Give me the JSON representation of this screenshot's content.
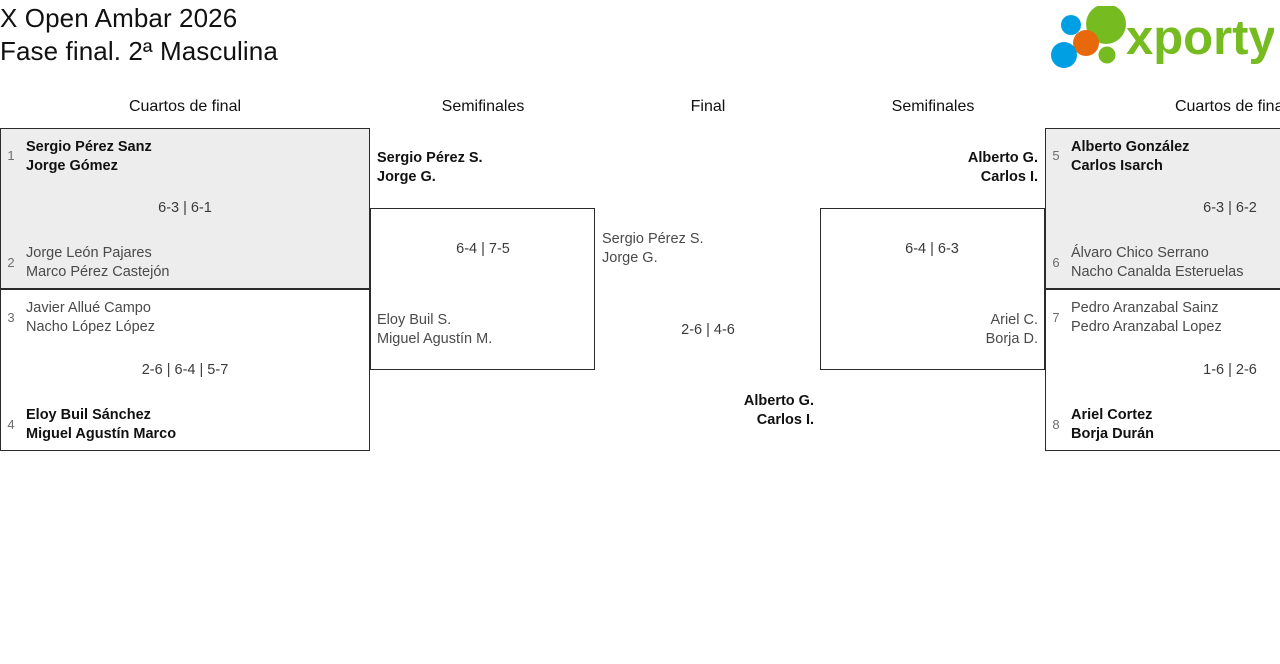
{
  "header": {
    "title_line1": "X Open Ambar 2026",
    "title_line2": "Fase final. 2ª Masculina",
    "logo_text": "xporty",
    "logo_colors": {
      "green": "#76bc21",
      "blue": "#009fe3",
      "orange": "#e8690b"
    }
  },
  "rounds": {
    "left_quarters": "Cuartos de final",
    "left_semis": "Semifinales",
    "final": "Final",
    "right_semis": "Semifinales",
    "right_quarters": "Cuartos de final"
  },
  "matches": {
    "qf1": {
      "score": "6-3 | 6-1",
      "top": {
        "seed": "1",
        "p1": "Sergio Pérez Sanz",
        "p2": "Jorge Gómez",
        "winner": true
      },
      "bottom": {
        "seed": "2",
        "p1": "Jorge León Pajares",
        "p2": "Marco Pérez Castejón",
        "winner": false
      }
    },
    "qf2": {
      "score": "2-6 | 6-4 | 5-7",
      "top": {
        "seed": "3",
        "p1": "Javier Allué Campo",
        "p2": "Nacho López López",
        "winner": false
      },
      "bottom": {
        "seed": "4",
        "p1": "Eloy Buil Sánchez",
        "p2": "Miguel Agustín Marco",
        "winner": true
      }
    },
    "qf3": {
      "score": "6-3 | 6-2",
      "top": {
        "seed": "5",
        "p1": "Alberto González",
        "p2": "Carlos Isarch",
        "winner": true
      },
      "bottom": {
        "seed": "6",
        "p1": "Álvaro Chico Serrano",
        "p2": "Nacho Canalda Esteruelas",
        "winner": false
      }
    },
    "qf4": {
      "score": "1-6 | 2-6",
      "top": {
        "seed": "7",
        "p1": "Pedro Aranzabal Sainz",
        "p2": "Pedro Aranzabal Lopez",
        "winner": false
      },
      "bottom": {
        "seed": "8",
        "p1": "Ariel Cortez",
        "p2": "Borja Durán",
        "winner": true
      }
    },
    "sf_left": {
      "score": "6-4 | 7-5",
      "top": {
        "p1": "Sergio Pérez S.",
        "p2": "Jorge G.",
        "winner": true
      },
      "bottom": {
        "p1": "Eloy Buil S.",
        "p2": "Miguel Agustín M.",
        "winner": false
      }
    },
    "sf_right": {
      "score": "6-4 | 6-3",
      "top": {
        "p1": "Alberto G.",
        "p2": "Carlos I.",
        "winner": true
      },
      "bottom": {
        "p1": "Ariel C.",
        "p2": "Borja D.",
        "winner": false
      }
    },
    "final": {
      "score": "2-6 | 4-6",
      "left": {
        "p1": "Sergio Pérez S.",
        "p2": "Jorge G.",
        "winner": false
      },
      "right": {
        "p1": "Alberto G.",
        "p2": "Carlos I.",
        "winner": true
      }
    }
  }
}
